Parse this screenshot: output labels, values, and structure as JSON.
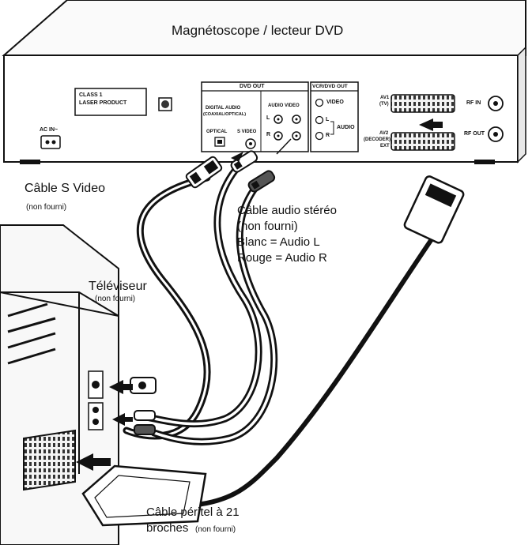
{
  "title": "Magnétoscope / lecteur DVD",
  "device": {
    "laser_label_line1": "CLASS 1",
    "laser_label_line2": "LASER PRODUCT",
    "ac_in": "AC IN~",
    "dvd_out": "DVD OUT",
    "digital_audio_line1": "DIGITAL AUDIO",
    "digital_audio_line2": "(COAXIAL/OPTICAL)",
    "optical": "OPTICAL",
    "s_video": "S VIDEO",
    "audio_video": "AUDIO VIDEO",
    "L": "L",
    "R": "R",
    "vcr_dvd_out": "VCR/DVD OUT",
    "video": "VIDEO",
    "audio_L": "L",
    "audio": "AUDIO",
    "audio_R": "R",
    "av1_line1": "AV1",
    "av1_line2": "(TV)",
    "av2_line1": "AV2",
    "av2_line2": "(DECODER)",
    "av2_line3": "EXT",
    "rf_in": "RF IN",
    "rf_out": "RF OUT"
  },
  "labels": {
    "s_video_cable": "Câble S Video",
    "s_video_not_supplied": "(non fourni)",
    "audio_cable_line1": "Câble audio stéréo",
    "audio_cable_line2": "(non fourni)",
    "audio_cable_line3": "Blanc = Audio L",
    "audio_cable_line4": "Rouge = Audio R",
    "tv": "Téléviseur",
    "tv_not_supplied": "(non fourni)",
    "scart_line1": "Câble péritel à 21",
    "scart_line2": "broches",
    "scart_not_supplied": "(non fourni)"
  }
}
